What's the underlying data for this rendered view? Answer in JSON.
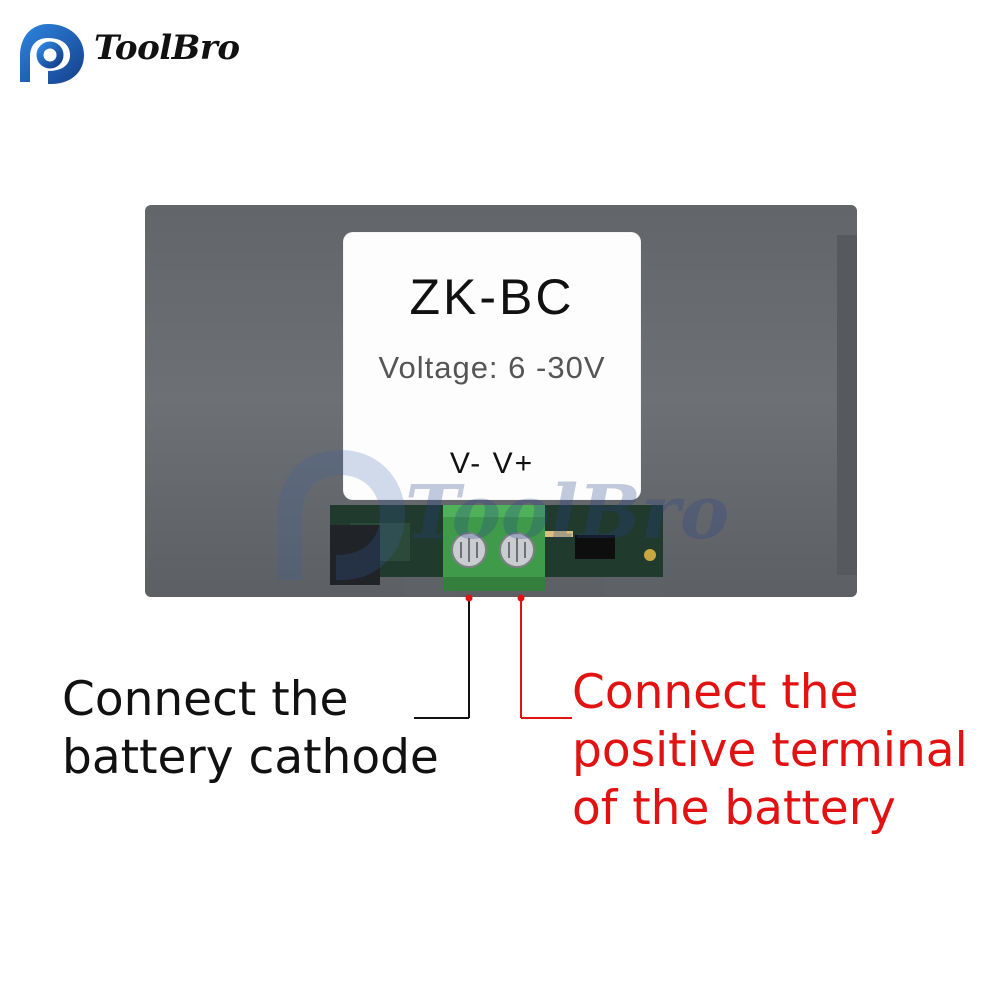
{
  "brand": {
    "name": "ToolBro",
    "logo_icon": "toolbro-logo-icon",
    "colors": {
      "blue": "#1f6fc9",
      "dark": "#111111"
    }
  },
  "device": {
    "label": {
      "model": "ZK-BC",
      "voltage": "Voltage: 6 -30V",
      "pins": "V- V+"
    },
    "terminal_block": "terminal-block-icon",
    "colors": {
      "housing": "#6b6e72",
      "terminal": "#3f9a4a",
      "pcb": "#1e3a2a"
    }
  },
  "watermark": {
    "text": "ToolBro"
  },
  "callouts": {
    "negative": {
      "line1": "Connect the",
      "line2": "battery cathode",
      "color": "#111111"
    },
    "positive": {
      "line1": "Connect the",
      "line2": "positive terminal",
      "line3": "of the battery",
      "color": "#e21212"
    }
  }
}
